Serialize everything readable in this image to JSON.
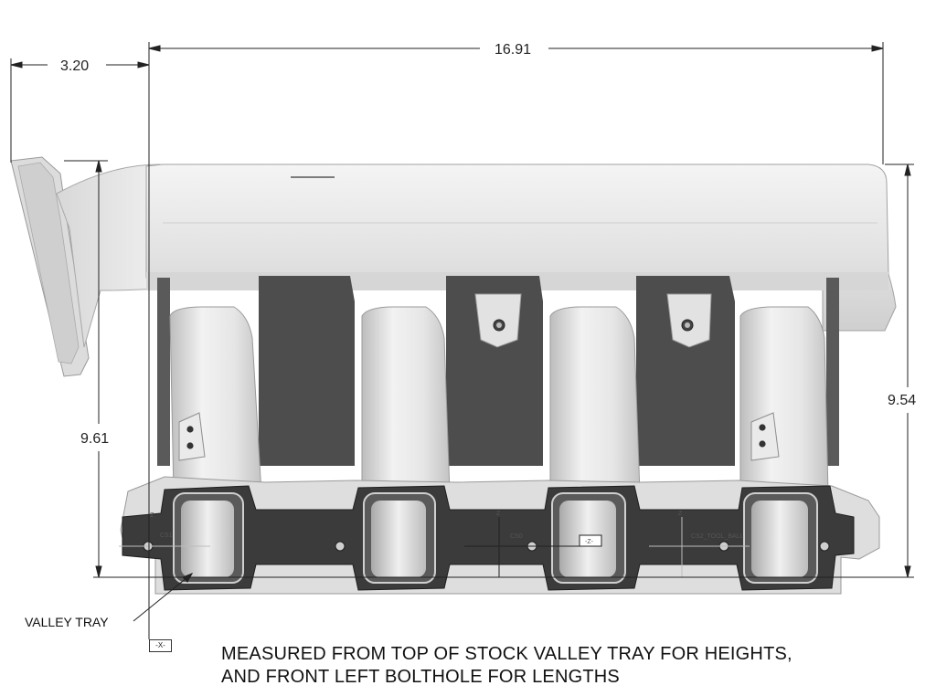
{
  "dimensions": {
    "overall_length": "16.91",
    "inlet_offset": "3.20",
    "left_height": "9.61",
    "right_height": "9.54"
  },
  "labels": {
    "valley_tray": "VALLEY TRAY",
    "datum_x": "-X-",
    "datum_z": "-Z-",
    "cs1": "CS1",
    "cs0": "CS0",
    "cs2": "CS2_TOOL_BALL",
    "z_marker": "Z"
  },
  "note": {
    "line1": "MEASURED FROM TOP OF STOCK VALLEY TRAY FOR HEIGHTS,",
    "line2": "AND FRONT LEFT BOLTHOLE FOR LENGTHS"
  },
  "colors": {
    "part_light": "#e6e6e6",
    "part_mid": "#c9c9c9",
    "part_dark": "#4f4f4f",
    "gasket": "#3a3a3a",
    "line": "#222222"
  }
}
